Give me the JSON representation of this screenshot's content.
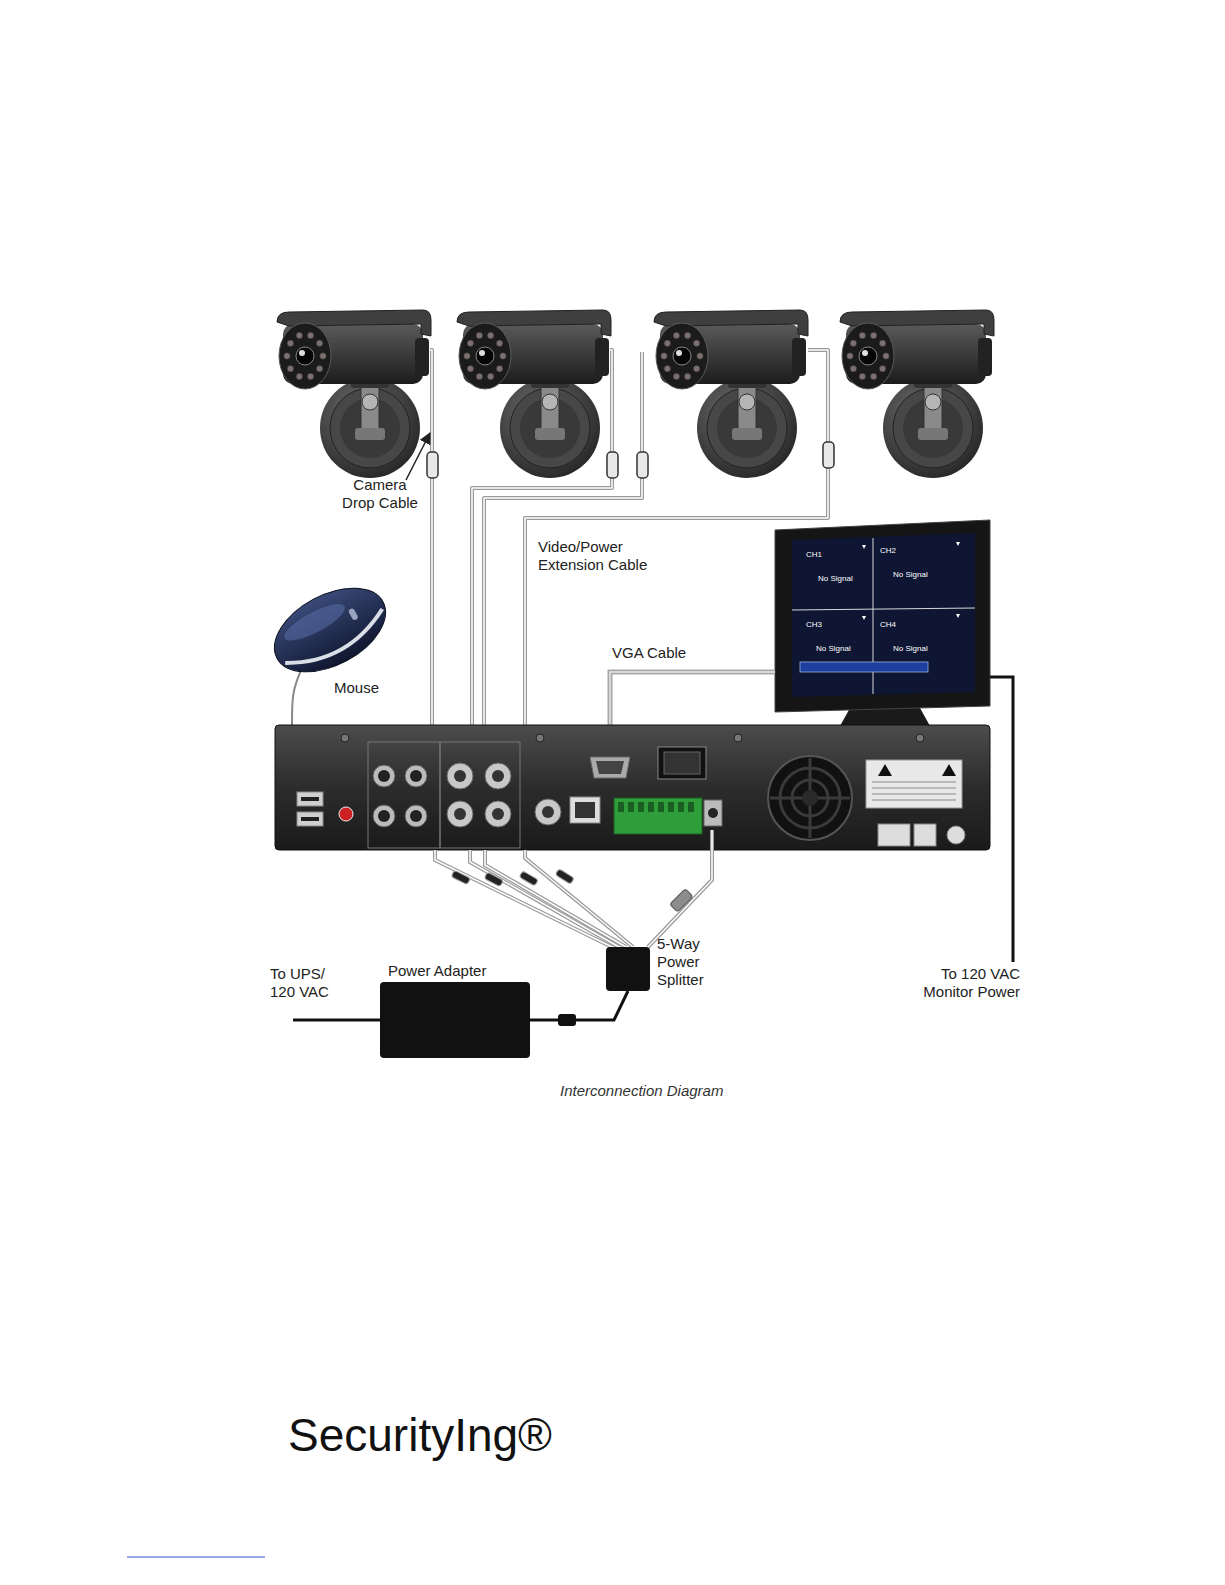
{
  "diagram": {
    "caption": "Interconnection Diagram",
    "nodes": [
      {
        "text": [
          "Mouse"
        ]
      },
      {
        "text": [
          "Power Adapter"
        ]
      },
      {
        "text": [
          "5-Way Power Splitter"
        ]
      }
    ],
    "edges": [
      {
        "from": 1,
        "to": 2,
        "arrow": "none"
      }
    ],
    "labels": [
      "Camera Drop Cable",
      "Video/Power Extension Cable",
      "VGA Cable",
      "CH1",
      "No Signal",
      "CH2",
      "No Signal",
      "CH3",
      "No Signal",
      "CH4",
      "No Signal",
      "To UPS/ 120 VAC",
      "To 120 VAC Monitor Power",
      "SecurityIng®"
    ]
  }
}
